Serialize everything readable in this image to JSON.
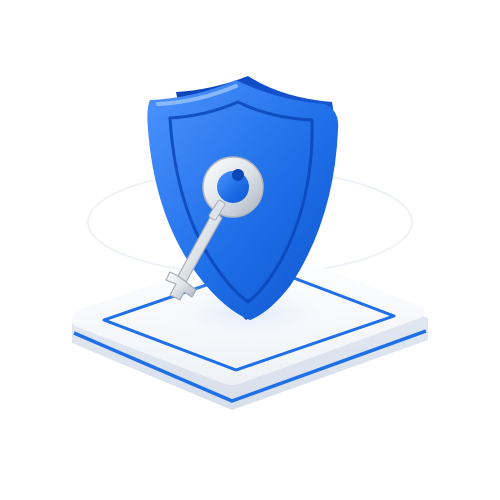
{
  "illustration": {
    "subject": "security-shield-with-key",
    "icons": [
      "shield-icon",
      "key-icon",
      "platform-base",
      "glow-ring"
    ],
    "colors": {
      "shield_blue": "#1f6fe8",
      "shield_light": "#5aa0ff",
      "shield_dark": "#0b46b8",
      "key_silver": "#e4e8ee",
      "key_shadow": "#9aa3af",
      "platform_white": "#f4f7fb",
      "platform_stripe": "#1f6fe8",
      "ring_glow": "#eef3fb"
    }
  }
}
